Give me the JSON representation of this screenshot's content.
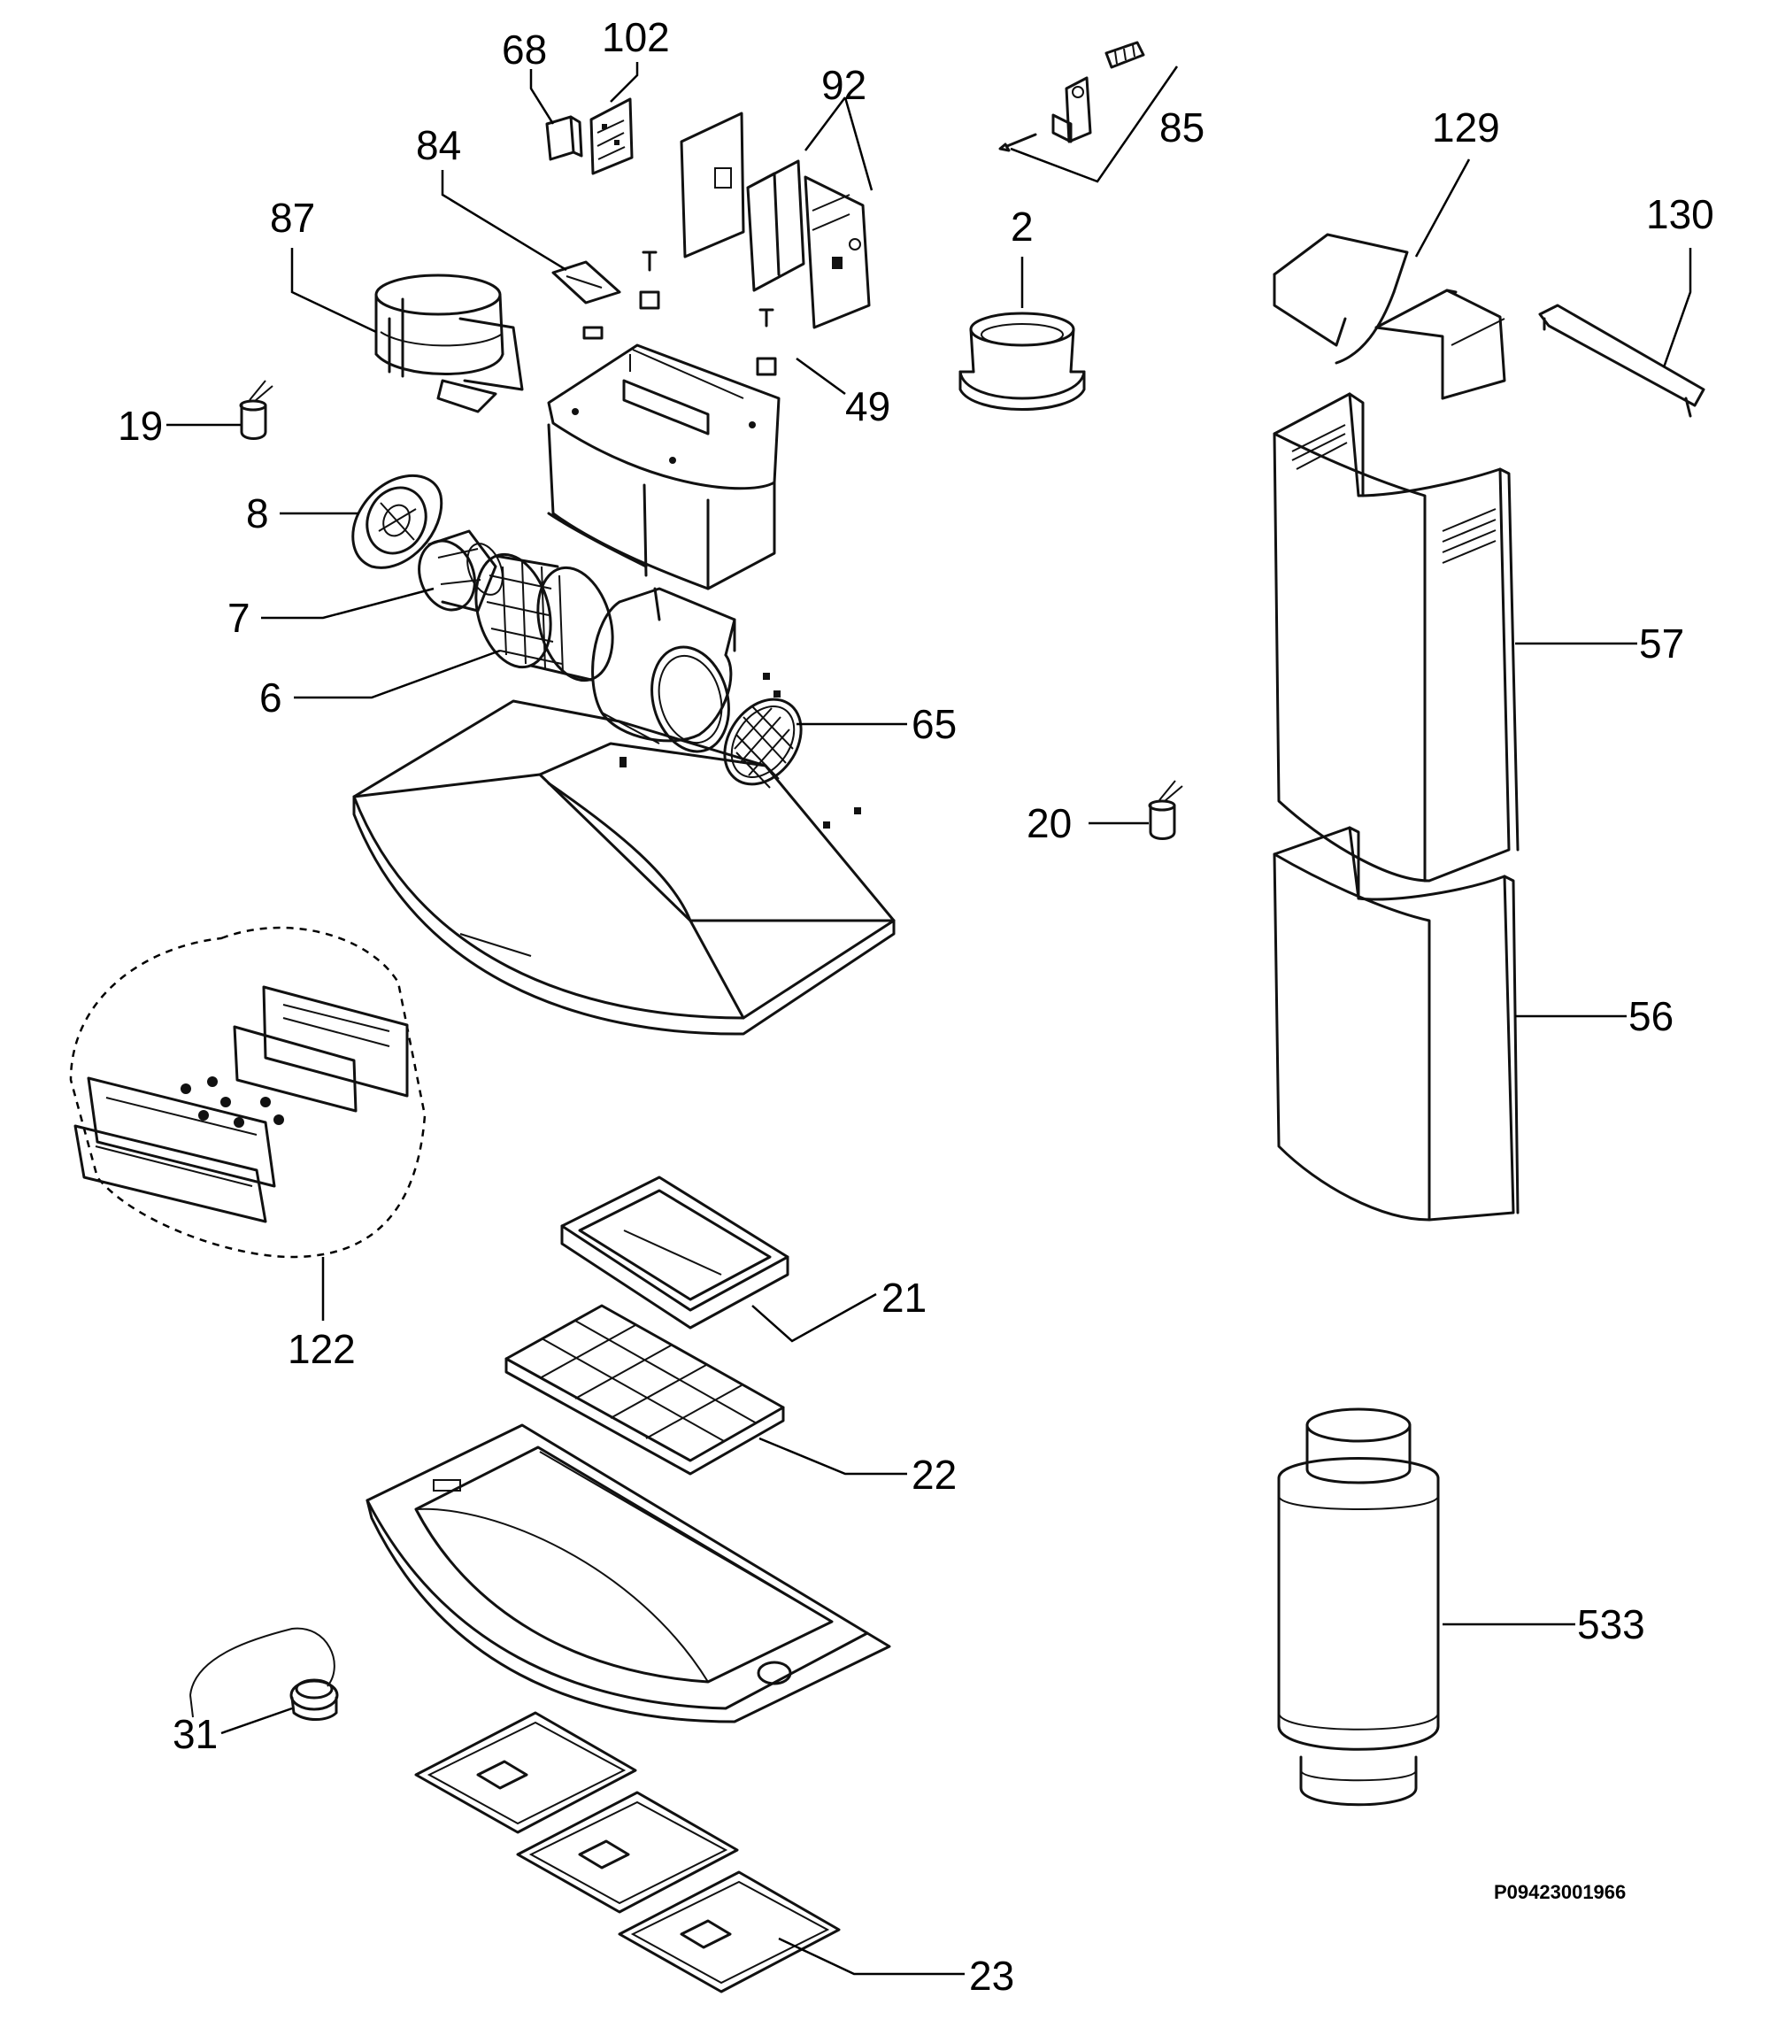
{
  "diagram": {
    "drawing_code": "P09423001966",
    "callouts": [
      {
        "id": "c68",
        "text": "68"
      },
      {
        "id": "c102",
        "text": "102"
      },
      {
        "id": "c92",
        "text": "92"
      },
      {
        "id": "c85",
        "text": "85"
      },
      {
        "id": "c84",
        "text": "84"
      },
      {
        "id": "c87",
        "text": "87"
      },
      {
        "id": "c2",
        "text": "2"
      },
      {
        "id": "c129",
        "text": "129"
      },
      {
        "id": "c130",
        "text": "130"
      },
      {
        "id": "c49",
        "text": "49"
      },
      {
        "id": "c19",
        "text": "19"
      },
      {
        "id": "c8",
        "text": "8"
      },
      {
        "id": "c7",
        "text": "7"
      },
      {
        "id": "c6",
        "text": "6"
      },
      {
        "id": "c65",
        "text": "65"
      },
      {
        "id": "c57",
        "text": "57"
      },
      {
        "id": "c20",
        "text": "20"
      },
      {
        "id": "c56",
        "text": "56"
      },
      {
        "id": "c122",
        "text": "122"
      },
      {
        "id": "c21",
        "text": "21"
      },
      {
        "id": "c22",
        "text": "22"
      },
      {
        "id": "c533",
        "text": "533"
      },
      {
        "id": "c31",
        "text": "31"
      },
      {
        "id": "c23",
        "text": "23"
      }
    ]
  }
}
